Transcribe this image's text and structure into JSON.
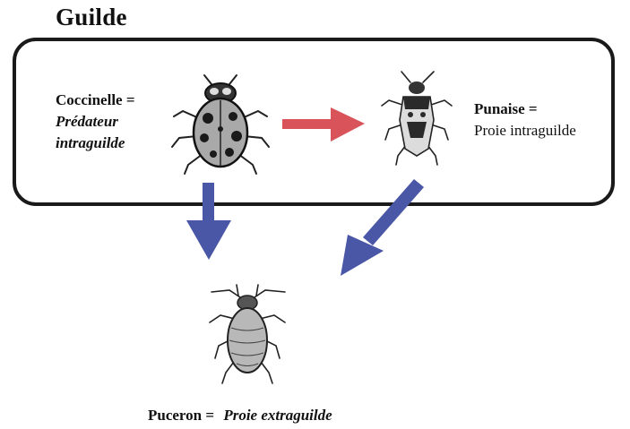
{
  "title": "Guilde",
  "coccinelle": {
    "name": "Coccinelle =",
    "role_line1": "Prédateur",
    "role_line2": "intraguilde"
  },
  "punaise": {
    "name": "Punaise =",
    "role": "Proie intraguilde"
  },
  "puceron": {
    "name": "Puceron =",
    "role": "Proie extraguilde"
  },
  "colors": {
    "predation_arrow": "#d9535a",
    "feeding_arrow": "#4a56a6",
    "box_border": "#1a1a1a"
  },
  "icons": [
    "ladybug-icon",
    "bug-icon",
    "aphid-icon"
  ]
}
